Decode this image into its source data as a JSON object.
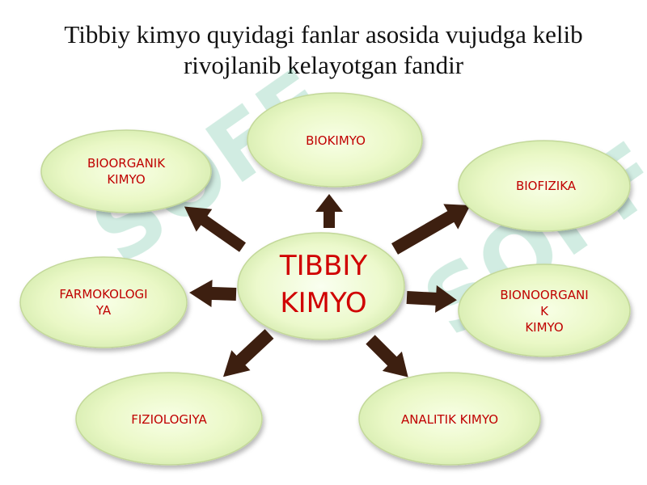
{
  "title": {
    "line1": "Tibbiy kimyo quyidagi fanlar asosida vujudga kelib",
    "line2": "rivojlanib kelayotgan fandir"
  },
  "center": {
    "line1": "TIBBIY",
    "line2": "KIMYO"
  },
  "nodes": {
    "bioorganik": {
      "line1": "BIOORGANIK",
      "line2": "KIMYO"
    },
    "biokimyo": {
      "line1": "BIOKIMYO"
    },
    "biofizika": {
      "line1": "BIOFIZIKA"
    },
    "farmakologiya": {
      "line1": "FARMOKOLOGI",
      "line2": "YA"
    },
    "bionoorganik": {
      "line1": "BIONOORGANI",
      "line2": "K",
      "line3": "KIMYO"
    },
    "fiziologiya": {
      "line1": "FIZIOLOGIYA"
    },
    "analitik": {
      "line1": "ANALITIK KIMYO"
    }
  },
  "watermark": {
    "text": "SOFF",
    "color": "#2ea87a"
  },
  "colors": {
    "node_fill": "#e6f6b8",
    "node_stroke": "#c9dca0",
    "label": "#c00000",
    "arrow": "#3d1f10"
  }
}
